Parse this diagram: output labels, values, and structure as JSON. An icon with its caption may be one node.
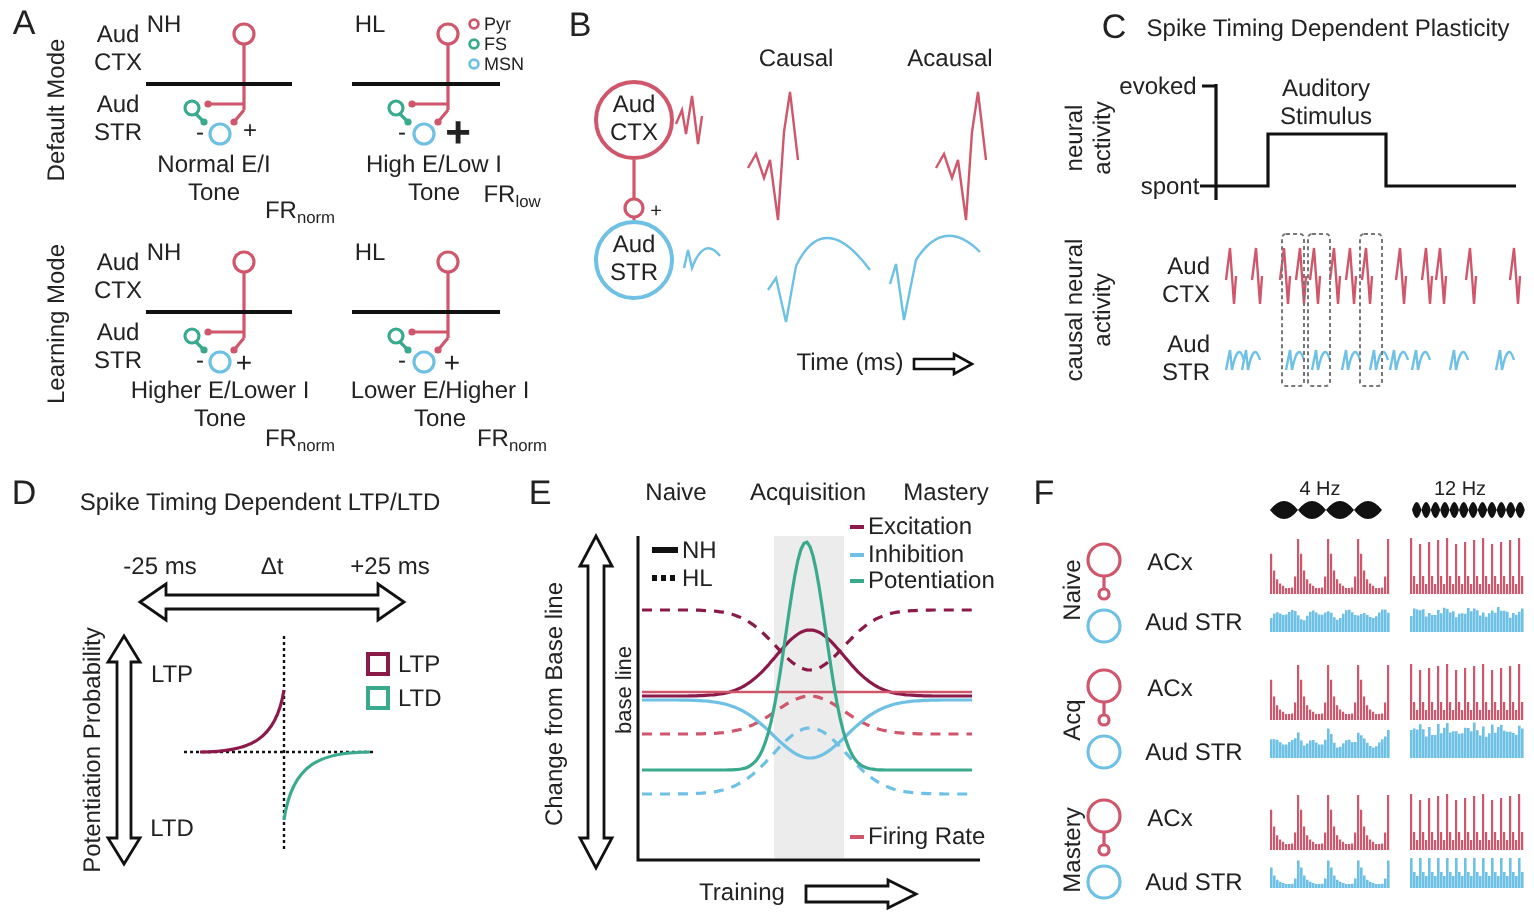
{
  "diagram": {
    "nodes": [
      {
        "text": [
          "Aud CTX"
        ]
      },
      {
        "text": [
          "Aud STR"
        ]
      }
    ],
    "edges": [
      {
        "from": 0,
        "to": 1,
        "arrow": "other"
      }
    ],
    "labels": [
      "A",
      "NH",
      "HL",
      "Default Mode",
      "Aud CTX",
      "Aud STR",
      "-",
      "+",
      "-",
      "+",
      "Normal E/I Tone",
      "High E/Low I Tone",
      "FR$_{norm}$",
      "FR$_{low}$",
      "Learning Mode",
      "NH",
      "HL",
      "Aud CTX",
      "Aud STR",
      "-",
      "+",
      "-",
      "+",
      "Higher E/Lower I Tone",
      "Lower E/Higher I Tone",
      "FR$_{norm}$",
      "FR$_{norm}$",
      "B",
      "Causal",
      "Acausal",
      "+",
      "Time (ms)",
      "C",
      "Spike Timing Dependent Plasticity",
      "neural activity",
      "evoked",
      "spont",
      "Auditory Stimulus",
      "causal neural activity",
      "Aud CTX",
      "Aud STR",
      "D",
      "Spike Timing Dependent LTP/LTD",
      "-25 ms",
      "Δt",
      "+25 ms",
      "Potentiation Probability",
      "LTP",
      "LTD",
      "E",
      "Naive",
      "Acquisition",
      "Mastery",
      "Change from Base line",
      "base line",
      "Training",
      "F",
      "4 Hz",
      "12 Hz",
      "Naive",
      "ACx",
      "Aud STR",
      "Acq",
      "ACx",
      "Aud STR",
      "Mastery",
      "ACx",
      "Aud STR"
    ],
    "legend": [
      {
        "text": "Pyr"
      },
      {
        "text": "FS"
      },
      {
        "text": "MSN"
      },
      {
        "text": "LTP"
      },
      {
        "text": "LTD"
      },
      {
        "text": "NH"
      },
      {
        "text": "HL"
      },
      {
        "text": "Excitation"
      },
      {
        "text": "Inhibition"
      },
      {
        "text": "Potentiation"
      },
      {
        "text": "Firing Rate"
      }
    ]
  }
}
